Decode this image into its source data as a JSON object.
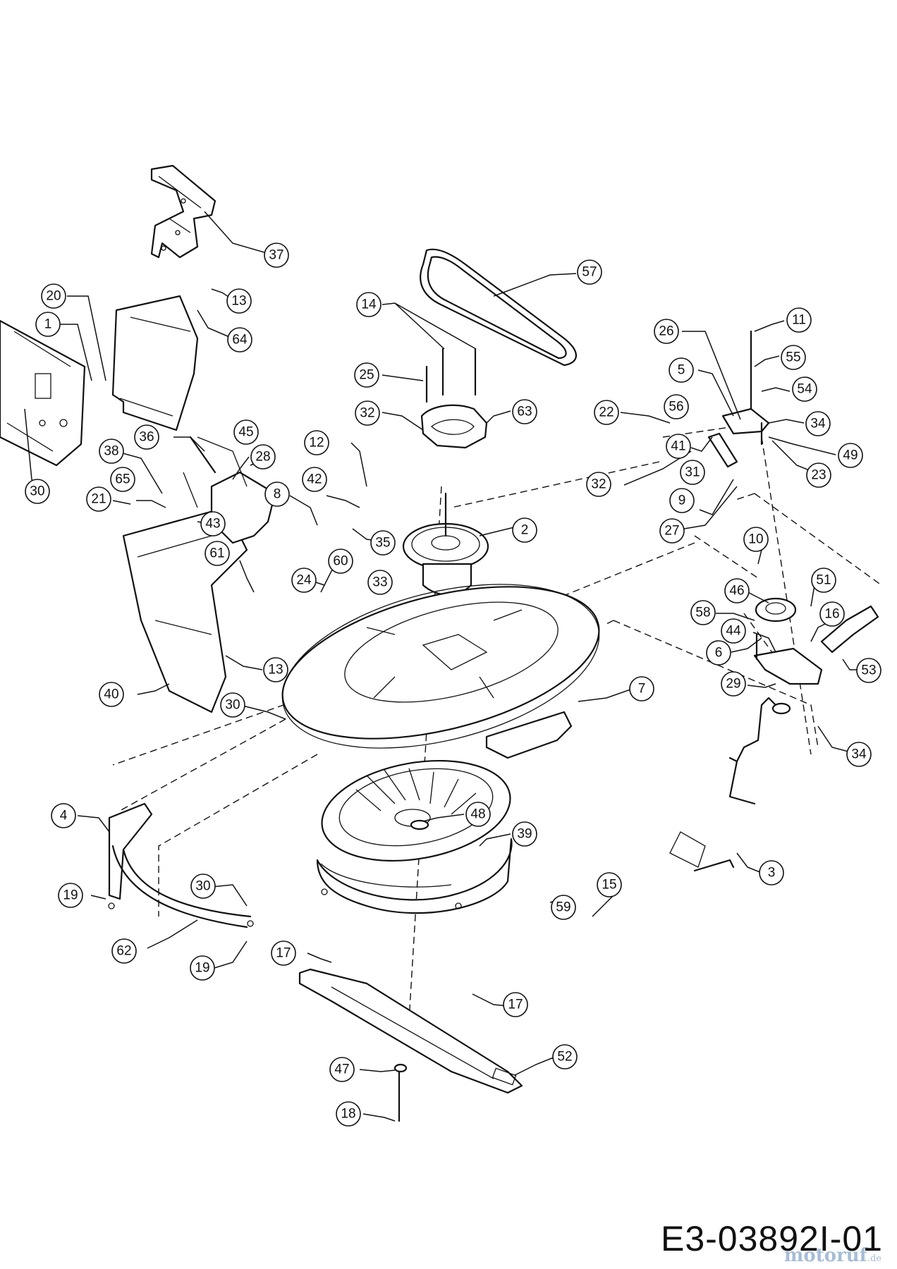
{
  "diagram_code": "E3-03892I-01",
  "watermark": {
    "brand": "motoruf",
    "suffix": ".de",
    "color": "#8aa8c9"
  },
  "callouts": [
    {
      "id": "c37",
      "label": "37"
    },
    {
      "id": "c13a",
      "label": "13"
    },
    {
      "id": "c64",
      "label": "64"
    },
    {
      "id": "c20",
      "label": "20"
    },
    {
      "id": "c1",
      "label": "1"
    },
    {
      "id": "c30a",
      "label": "30"
    },
    {
      "id": "c57",
      "label": "57"
    },
    {
      "id": "c14",
      "label": "14"
    },
    {
      "id": "c25",
      "label": "25"
    },
    {
      "id": "c32a",
      "label": "32"
    },
    {
      "id": "c63",
      "label": "63"
    },
    {
      "id": "c11",
      "label": "11"
    },
    {
      "id": "c26",
      "label": "26"
    },
    {
      "id": "c55",
      "label": "55"
    },
    {
      "id": "c5",
      "label": "5"
    },
    {
      "id": "c54",
      "label": "54"
    },
    {
      "id": "c22",
      "label": "22"
    },
    {
      "id": "c56",
      "label": "56"
    },
    {
      "id": "c34a",
      "label": "34"
    },
    {
      "id": "c49",
      "label": "49"
    },
    {
      "id": "c41",
      "label": "41"
    },
    {
      "id": "c31",
      "label": "31"
    },
    {
      "id": "c23",
      "label": "23"
    },
    {
      "id": "c32b",
      "label": "32"
    },
    {
      "id": "c9",
      "label": "9"
    },
    {
      "id": "c27",
      "label": "27"
    },
    {
      "id": "c36",
      "label": "36"
    },
    {
      "id": "c45",
      "label": "45"
    },
    {
      "id": "c28",
      "label": "28"
    },
    {
      "id": "c38",
      "label": "38"
    },
    {
      "id": "c12",
      "label": "12"
    },
    {
      "id": "c65",
      "label": "65"
    },
    {
      "id": "c21",
      "label": "21"
    },
    {
      "id": "c42",
      "label": "42"
    },
    {
      "id": "c8",
      "label": "8"
    },
    {
      "id": "c43",
      "label": "43"
    },
    {
      "id": "c35",
      "label": "35"
    },
    {
      "id": "c2",
      "label": "2"
    },
    {
      "id": "c10",
      "label": "10"
    },
    {
      "id": "c61",
      "label": "61"
    },
    {
      "id": "c60",
      "label": "60"
    },
    {
      "id": "c24",
      "label": "24"
    },
    {
      "id": "c33",
      "label": "33"
    },
    {
      "id": "c46",
      "label": "46"
    },
    {
      "id": "c51",
      "label": "51"
    },
    {
      "id": "c58",
      "label": "58"
    },
    {
      "id": "c16",
      "label": "16"
    },
    {
      "id": "c44",
      "label": "44"
    },
    {
      "id": "c53",
      "label": "53"
    },
    {
      "id": "c40",
      "label": "40"
    },
    {
      "id": "c13b",
      "label": "13"
    },
    {
      "id": "c6",
      "label": "6"
    },
    {
      "id": "c7",
      "label": "7"
    },
    {
      "id": "c29",
      "label": "29"
    },
    {
      "id": "c30b",
      "label": "30"
    },
    {
      "id": "c34b",
      "label": "34"
    },
    {
      "id": "c48",
      "label": "48"
    },
    {
      "id": "c4",
      "label": "4"
    },
    {
      "id": "c39",
      "label": "39"
    },
    {
      "id": "c3",
      "label": "3"
    },
    {
      "id": "c30c",
      "label": "30"
    },
    {
      "id": "c15",
      "label": "15"
    },
    {
      "id": "c19a",
      "label": "19"
    },
    {
      "id": "c59",
      "label": "59"
    },
    {
      "id": "c62",
      "label": "62"
    },
    {
      "id": "c17a",
      "label": "17"
    },
    {
      "id": "c19b",
      "label": "19"
    },
    {
      "id": "c17b",
      "label": "17"
    },
    {
      "id": "c52",
      "label": "52"
    },
    {
      "id": "c47",
      "label": "47"
    },
    {
      "id": "c18",
      "label": "18"
    }
  ]
}
